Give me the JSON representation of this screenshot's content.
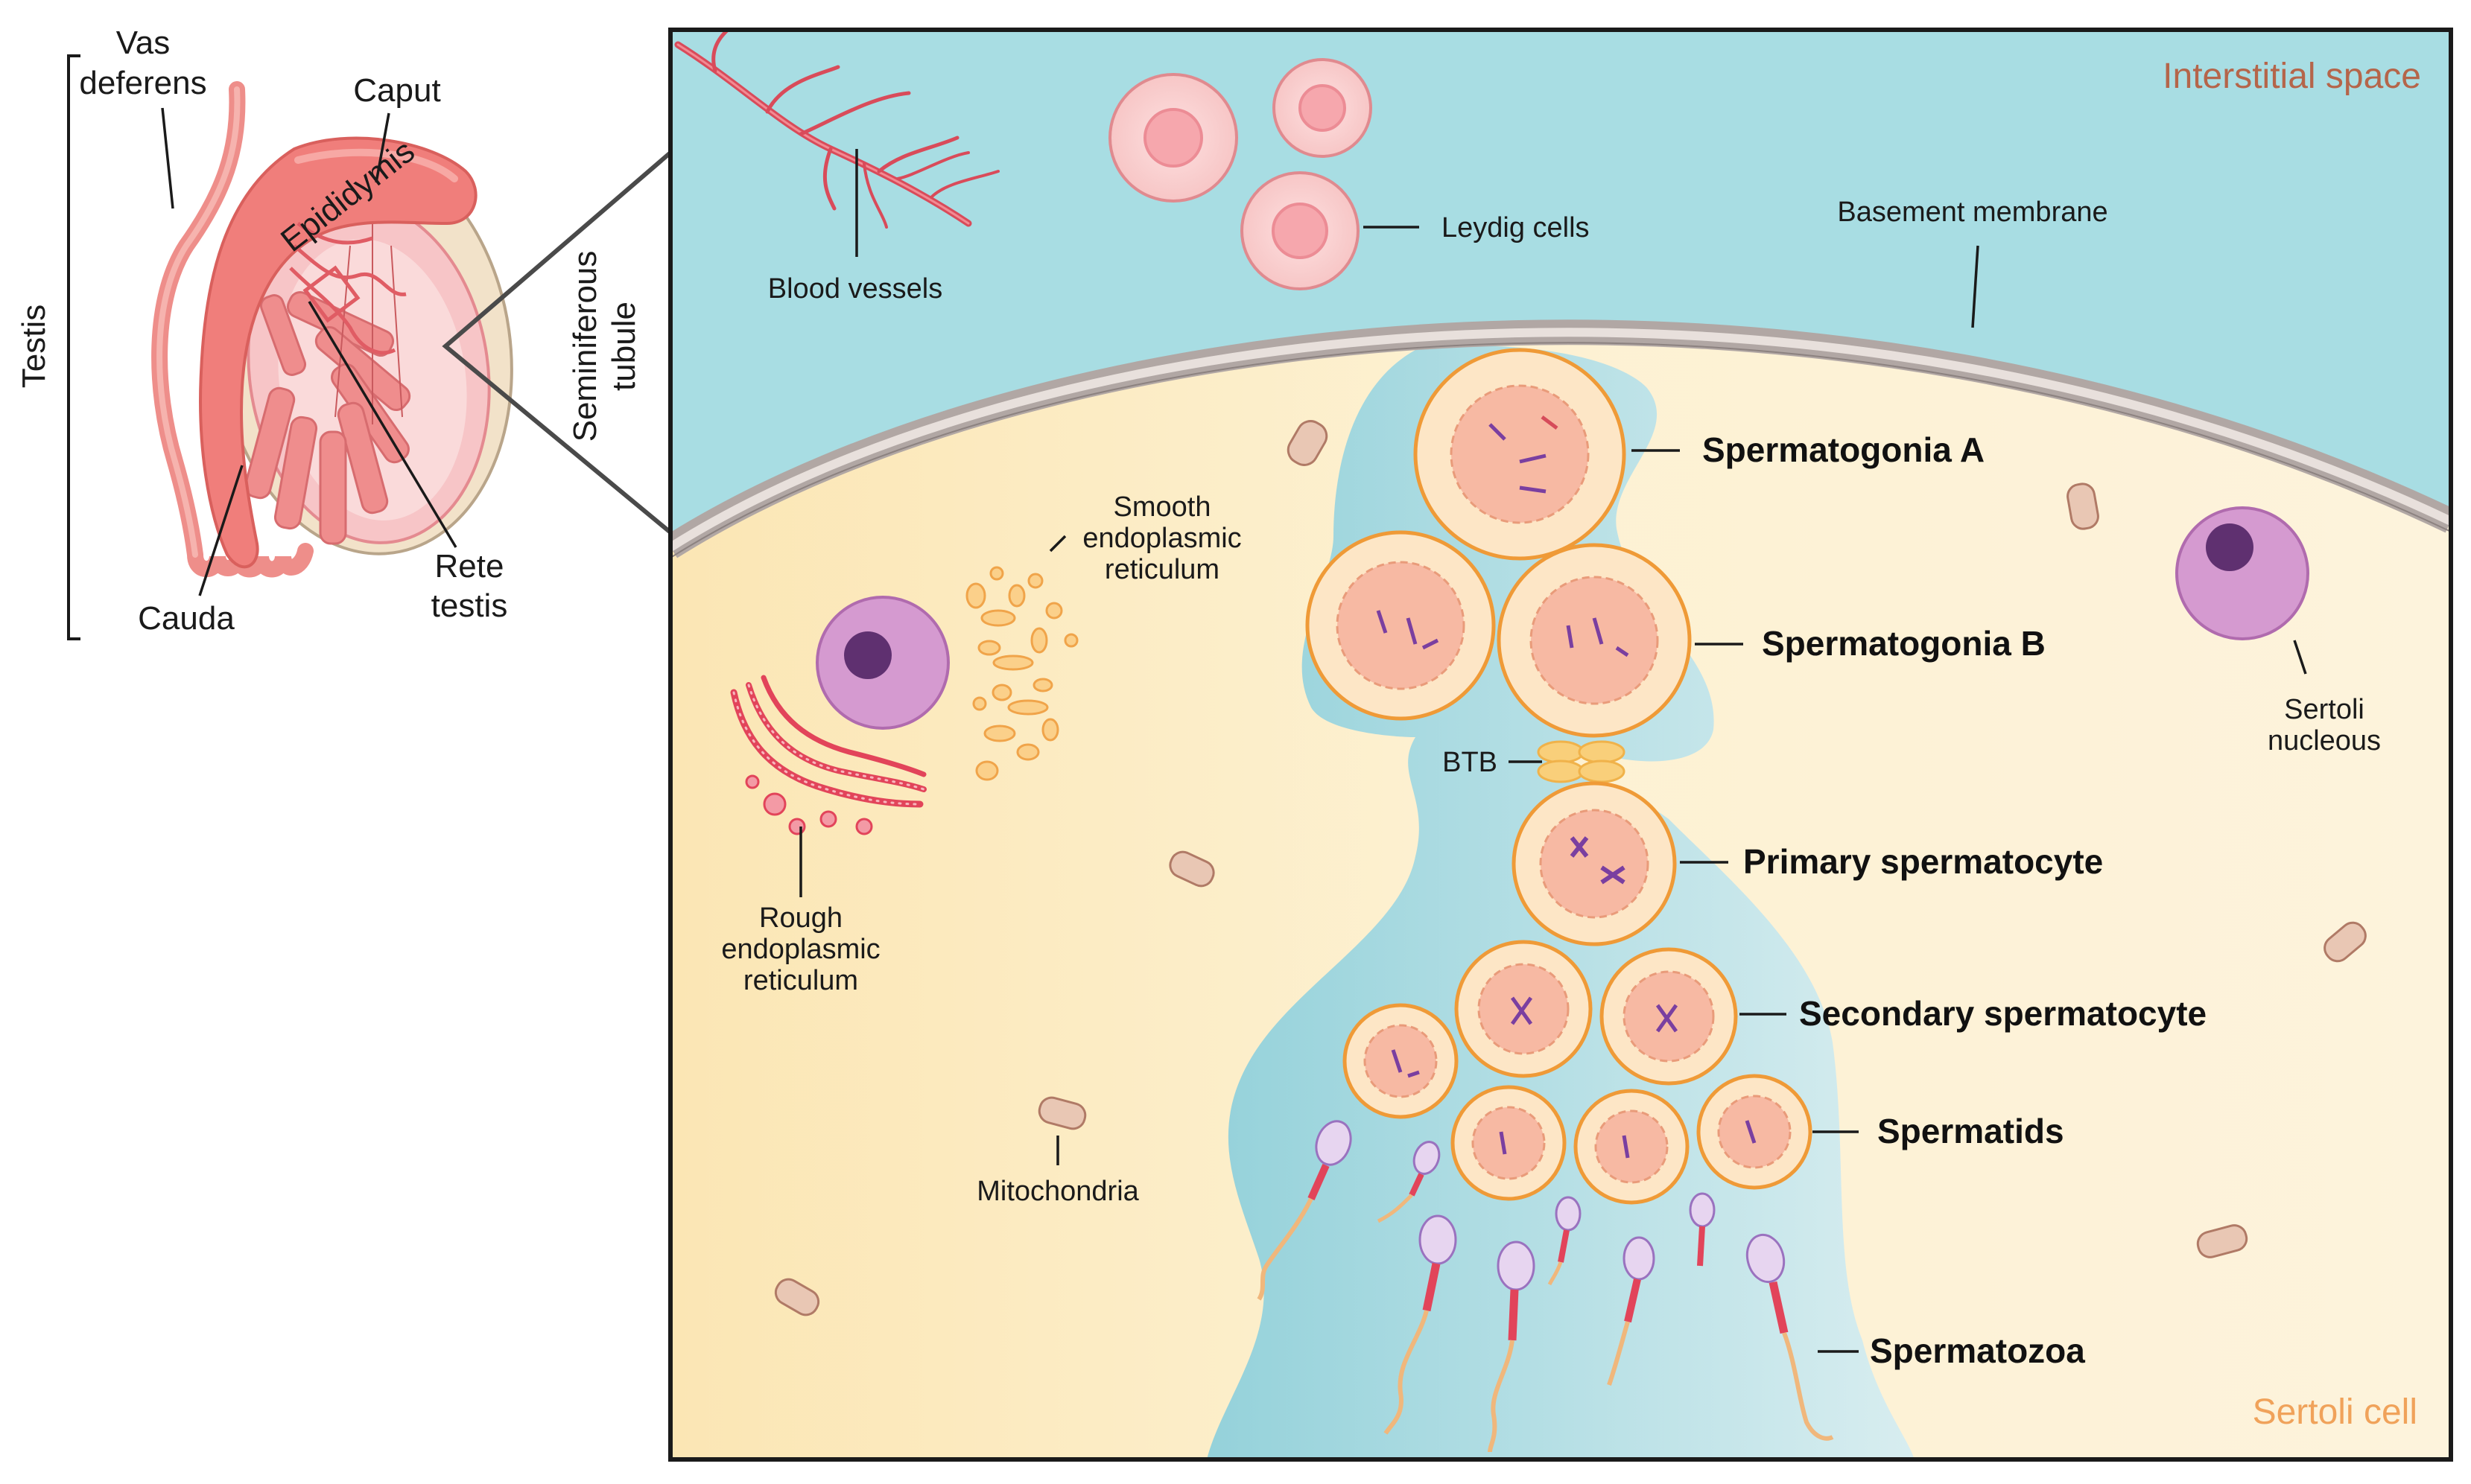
{
  "left_panel": {
    "bracket_label": "Testis",
    "labels": {
      "vas_deferens": [
        "Vas",
        "deferens"
      ],
      "caput": "Caput",
      "epididymis": "Epididymis",
      "cauda": "Cauda",
      "rete_testis": [
        "Rete",
        "testis"
      ],
      "seminiferous_tubule": [
        "Seminiferous",
        "tubule"
      ]
    }
  },
  "main_panel": {
    "regions": {
      "interstitial_space": "Interstitial space",
      "sertoli_cell": "Sertoli cell"
    },
    "region_colors": {
      "interstitial": "#a8dde3",
      "sertoli": "#fcefcf",
      "lumen": "#a6d9e2",
      "sertoli_label": "#f0a25a",
      "interstitial_label": "#b5654a"
    },
    "structure_labels": {
      "blood_vessels": "Blood vessels",
      "leydig_cells": "Leydig cells",
      "basement_membrane": "Basement membrane",
      "smooth_er": [
        "Smooth",
        "endoplasmic",
        "reticulum"
      ],
      "rough_er": [
        "Rough",
        "endoplasmic",
        "reticulum"
      ],
      "mitochondria": "Mitochondria",
      "sertoli_nucleus": [
        "Sertoli",
        "nucleous"
      ],
      "btb": "BTB"
    },
    "germ_cell_stages": [
      "Spermatogonia A",
      "Spermatogonia B",
      "Primary spermatocyte",
      "Secondary spermatocyte",
      "Spermatids",
      "Spermatozoa"
    ]
  }
}
